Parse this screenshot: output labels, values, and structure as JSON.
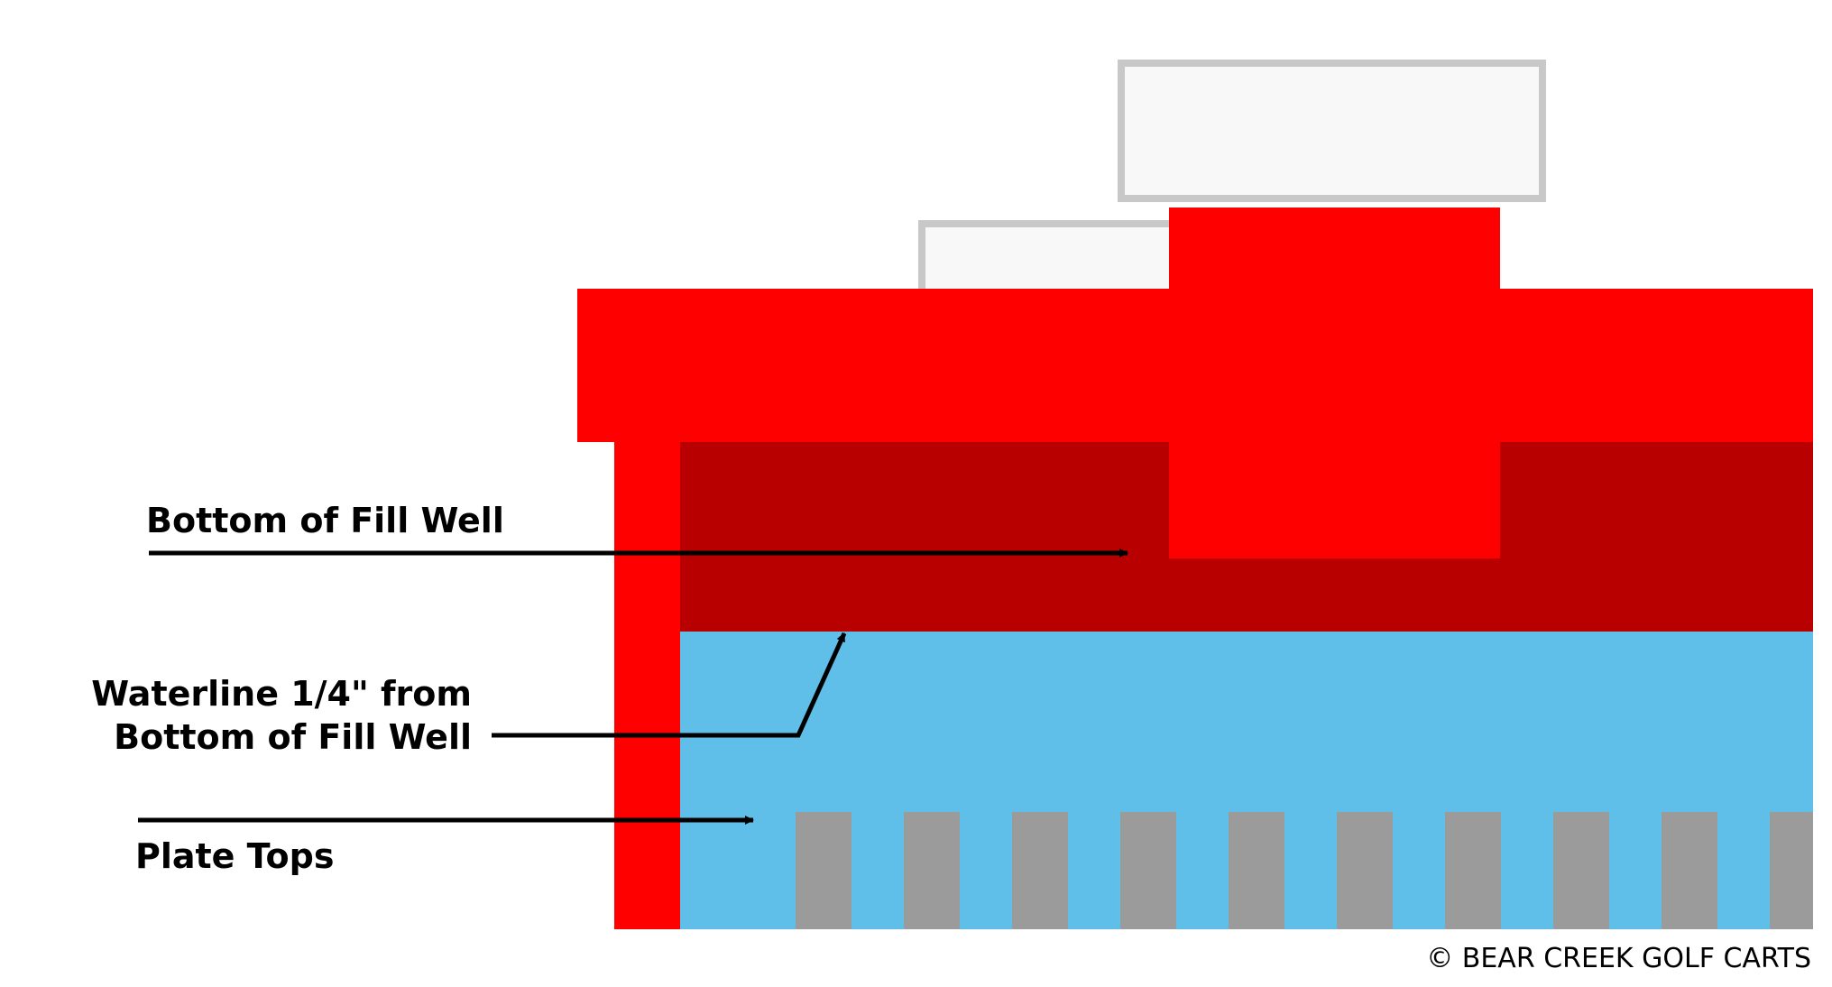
{
  "labels": {
    "fill_well": "Bottom of Fill Well",
    "waterline_line1": "Waterline 1/4\" from",
    "waterline_line2": "Bottom of Fill Well",
    "plate_tops": "Plate Tops"
  },
  "copyright": "© BEAR CREEK GOLF CARTS",
  "colors": {
    "case_red": "#ff0000",
    "fill_well_dark_red": "#b80000",
    "electrolyte_blue": "#60bfe9",
    "plate_gray": "#9b9b9b",
    "cap_fill": "#f8f8f8",
    "cap_border": "#c8c8c8",
    "arrow": "#000000"
  },
  "plate_count": 10
}
